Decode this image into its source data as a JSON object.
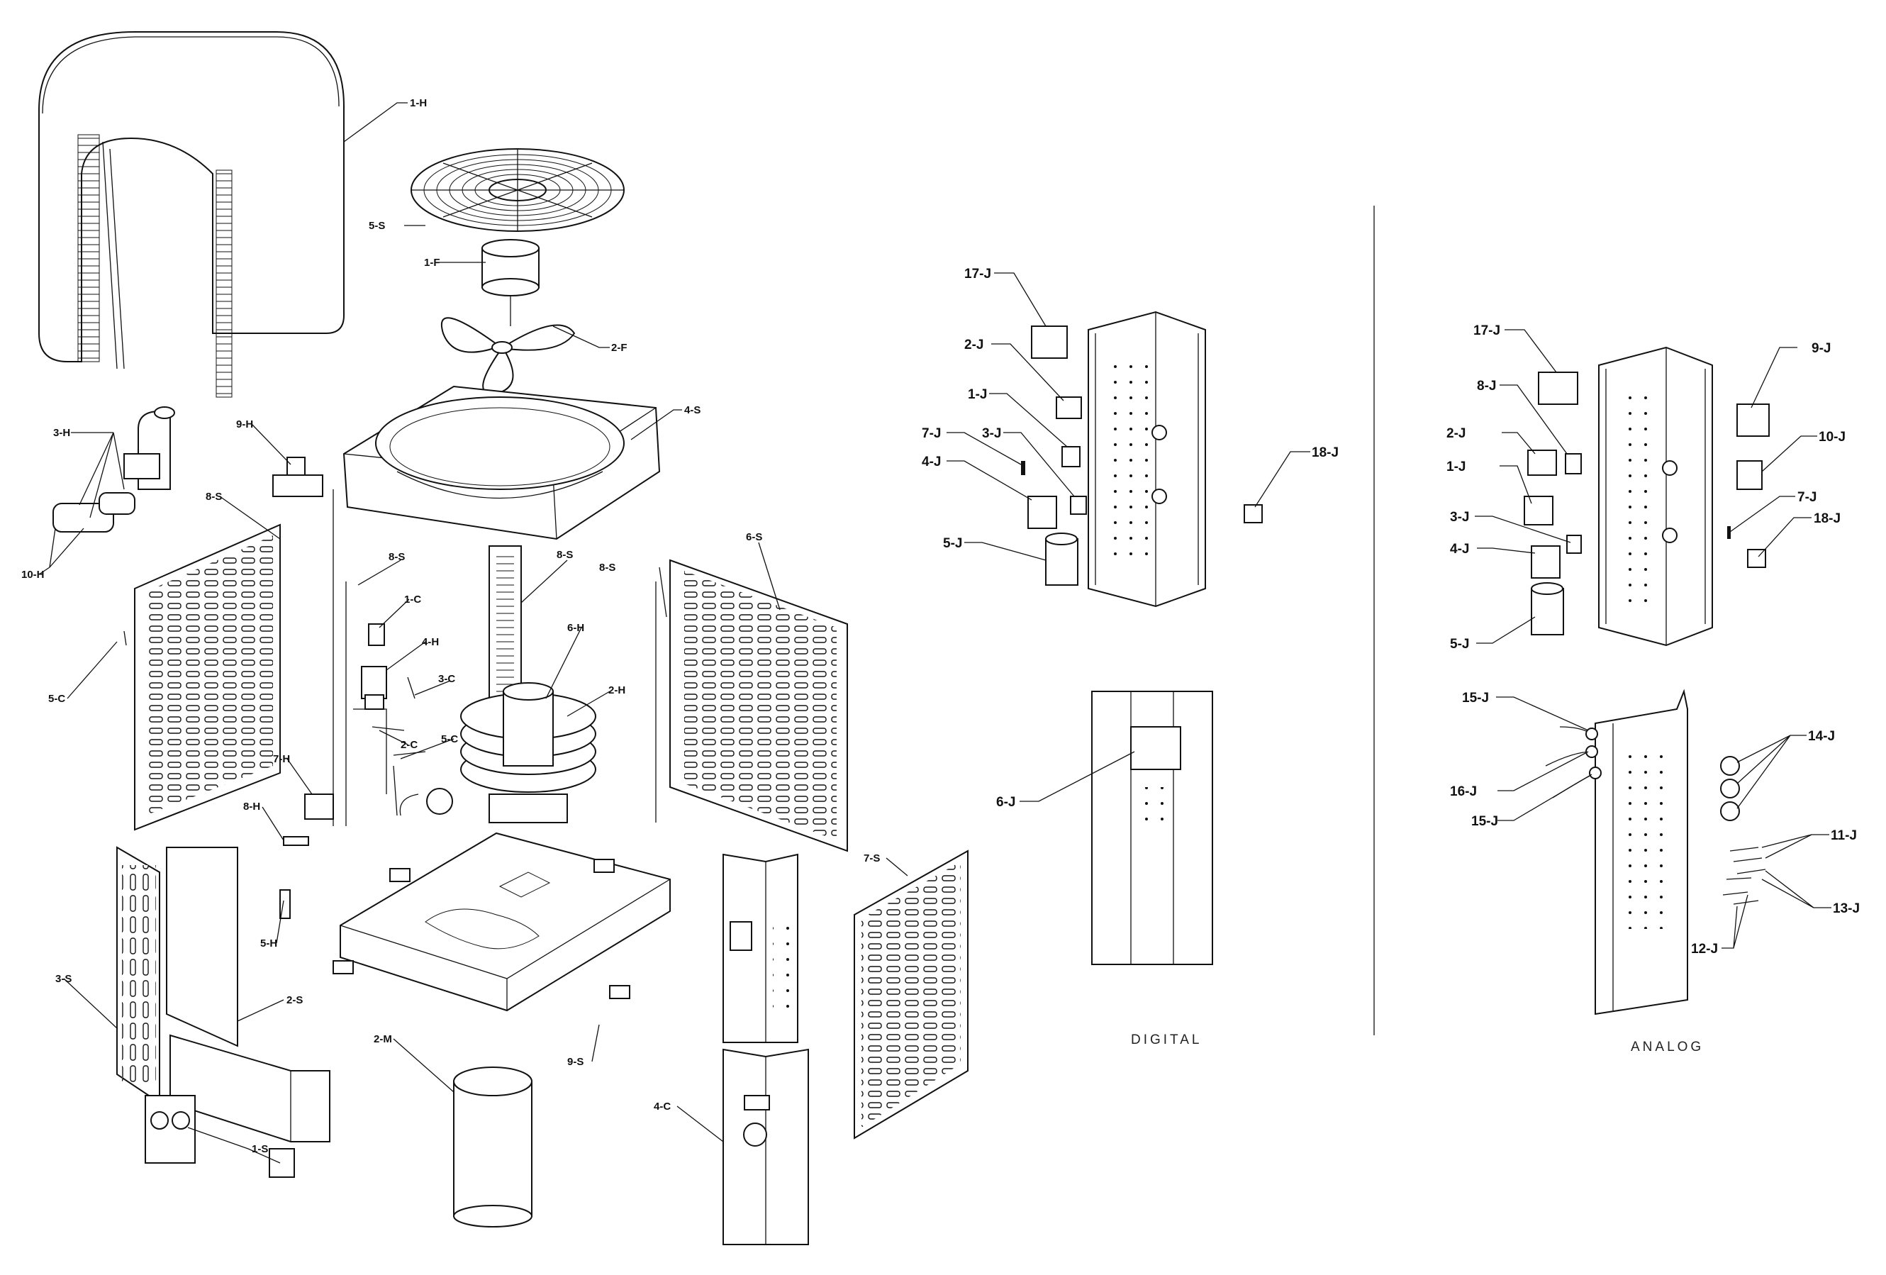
{
  "captions": {
    "digital": "DIGITAL",
    "analog": "ANALOG"
  },
  "left_labels": {
    "1H": "1-H",
    "5S": "5-S",
    "1F": "1-F",
    "2F": "2-F",
    "4S": "4-S",
    "3H": "3-H",
    "9H": "9-H",
    "10H": "10-H",
    "8S_a": "8-S",
    "8S_b": "8-S",
    "8S_c": "8-S",
    "8S_d": "8-S",
    "6S": "6-S",
    "1C": "1-C",
    "4H": "4-H",
    "6H": "6-H",
    "3C": "3-C",
    "2H": "2-H",
    "5C_a": "5-C",
    "2C": "2-C",
    "5C_b": "5-C",
    "7H": "7-H",
    "8H": "8-H",
    "7S": "7-S",
    "5H": "5-H",
    "3S": "3-S",
    "2S": "2-S",
    "2M": "2-M",
    "9S": "9-S",
    "4C": "4-C",
    "1S": "1-S"
  },
  "digital_labels": {
    "17J": "17-J",
    "2J": "2-J",
    "1J": "1-J",
    "7J": "7-J",
    "3J": "3-J",
    "4J": "4-J",
    "5J": "5-J",
    "18J": "18-J",
    "6J": "6-J"
  },
  "analog_labels": {
    "17J": "17-J",
    "9J": "9-J",
    "8J": "8-J",
    "2J": "2-J",
    "10J": "10-J",
    "1J": "1-J",
    "7J": "7-J",
    "18J": "18-J",
    "3J": "3-J",
    "4J": "4-J",
    "5J": "5-J",
    "15J_a": "15-J",
    "14J": "14-J",
    "16J": "16-J",
    "15J_b": "15-J",
    "11J": "11-J",
    "13J": "13-J",
    "12J": "12-J"
  }
}
